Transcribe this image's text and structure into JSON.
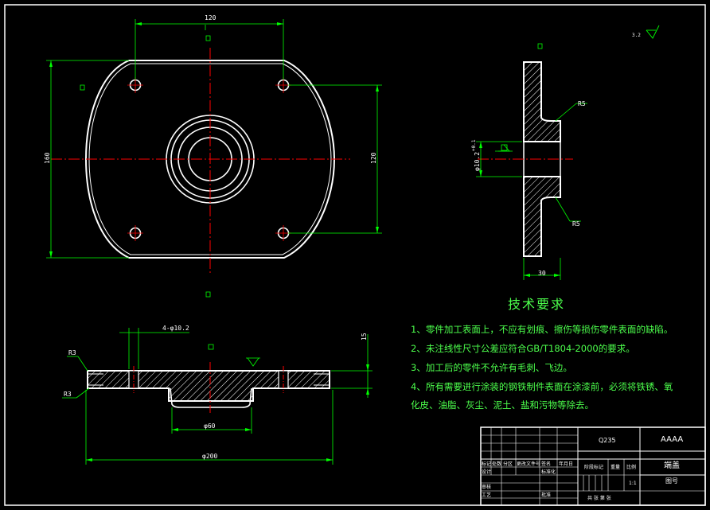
{
  "dimensions": {
    "top_width": "120",
    "left_height": "160",
    "right_height": "120",
    "side_bore": "φ10.2",
    "side_tolerance": "+0.1",
    "fillet_top": "R5",
    "fillet_bottom": "R5",
    "side_thickness": "30",
    "holes": "4-φ10.2",
    "bottom_right": "15",
    "bottom_r1": "R3",
    "bottom_r2": "R3",
    "hub_diameter": "φ60",
    "outer_diameter": "φ200",
    "roughness": "3.2"
  },
  "requirements": {
    "title": "技术要求",
    "lines": [
      "1、零件加工表面上，不应有划痕、擦伤等损伤零件表面的缺陷。",
      "2、未注线性尺寸公差应符合GB/T1804-2000的要求。",
      "3、加工后的零件不允许有毛刺、飞边。",
      "4、所有需要进行涂装的钢铁制件表面在涂漆前，必须将铁锈、氧",
      "化皮、油脂、灰尘、泥土、盐和污物等除去。"
    ]
  },
  "title_block": {
    "material": "Q235",
    "code": "AAAA",
    "part_name": "端盖",
    "drawing_no_label": "图号",
    "rows": [
      "标记",
      "处数",
      "分区",
      "更改文件号",
      "签名",
      "年月日"
    ],
    "stage_label": "阶段标记",
    "weight_label": "重量",
    "scale_label": "比例",
    "scale_value": "1:1",
    "design_label": "设计",
    "std_label": "标准化",
    "check_label": "审核",
    "process_label": "工艺",
    "approve_label": "批准",
    "sheet_text": "共  张  第  张"
  },
  "colors": {
    "background": "#000000",
    "outline": "#ffffff",
    "dimension": "#00ff00",
    "centerline": "#ff0000",
    "hatch": "#ffffff",
    "text": "#4cff4c"
  }
}
